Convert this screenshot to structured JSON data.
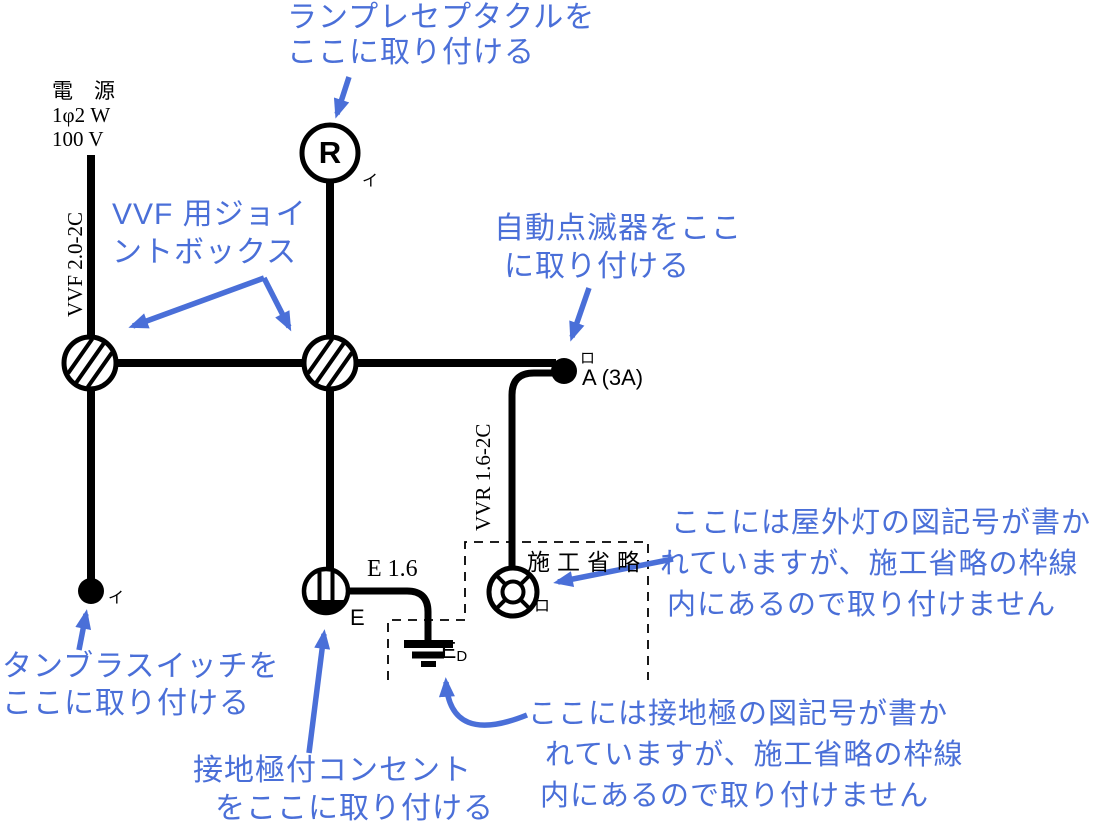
{
  "diagram": {
    "source": {
      "line1": "電　源",
      "line2": "1φ2 W",
      "line3": "100 V"
    },
    "cables": {
      "vvf": "VVF 2.0-2C",
      "vvr": "VVR 1.6-2C",
      "e16": "E 1.6"
    },
    "symbols": {
      "lamp_letter": "R",
      "lamp_circuit_marker": "イ",
      "switch_circuit_marker": "イ",
      "flasher_circuit_marker": "ロ",
      "flasher_rating": "A (3A)",
      "outlet_earth_label": "E",
      "outdoor_light_marker": "ロ",
      "earth_label": "E",
      "earth_label_sub": "D",
      "omission_box_label": "施工省略"
    },
    "colors": {
      "annotation_blue": "#4a6fd8",
      "line_black": "#000000"
    }
  },
  "annotations": {
    "lamp_receptacle": {
      "lines": [
        "ランプレセプタクルを",
        "ここに取り付ける"
      ]
    },
    "joint_box": {
      "lines": [
        "VVF 用ジョイ",
        "ントボックス"
      ]
    },
    "auto_flasher": {
      "lines": [
        "自動点滅器をここ",
        "に取り付ける"
      ]
    },
    "tumbler_switch": {
      "lines": [
        "タンブラスイッチを",
        "ここに取り付ける"
      ]
    },
    "grounded_outlet": {
      "lines": [
        "接地極付コンセント",
        "をここに取り付ける"
      ]
    },
    "outdoor_light_note": {
      "lines": [
        "ここには屋外灯の図記号が書か",
        "れていますが、施工省略の枠線",
        "内にあるので取り付けません"
      ]
    },
    "earth_note": {
      "lines": [
        "ここには接地極の図記号が書か",
        "れていますが、施工省略の枠線",
        "内にあるので取り付けません"
      ]
    }
  }
}
